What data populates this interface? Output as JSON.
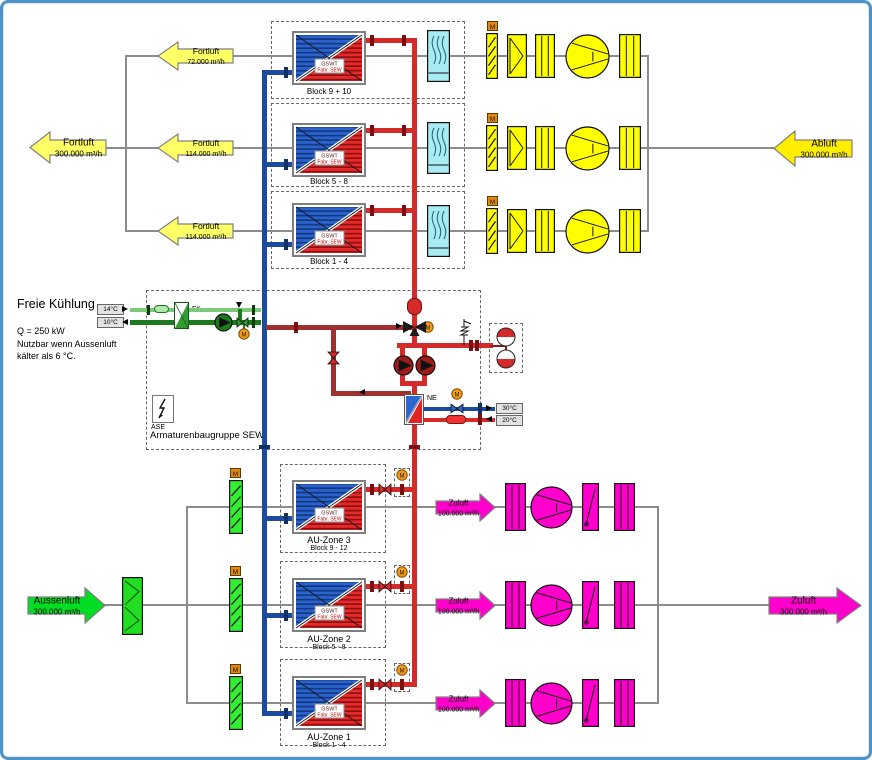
{
  "actuator_label": "M",
  "exchanger": {
    "line1": "GSWT",
    "line2": "Fabr. SEW"
  },
  "top_blocks": [
    {
      "caption": "Block 9 + 10"
    },
    {
      "caption": "Block 5 - 8"
    },
    {
      "caption": "Block 1 - 4"
    }
  ],
  "bottom_blocks": [
    {
      "zone": "AU-Zone 3",
      "caption": "Block 9 - 12"
    },
    {
      "zone": "AU-Zone 2",
      "caption": "Block 5 - 8"
    },
    {
      "zone": "AU-Zone 1",
      "caption": "Block 1 - 4"
    }
  ],
  "arrows": {
    "fortluft_total": {
      "label": "Fortluft",
      "value": "300.000 m³/h"
    },
    "fortluft_rows": [
      {
        "label": "Fortluft",
        "value": "72.000 m³/h"
      },
      {
        "label": "Fortluft",
        "value": "114.000 m³/h"
      },
      {
        "label": "Fortluft",
        "value": "114.000 m³/h"
      }
    ],
    "abluft": {
      "label": "Abluft",
      "value": "300.000 m³/h"
    },
    "aussenluft": {
      "label": "Aussenluft",
      "value": "300.000 m³/h"
    },
    "zuluft_zones": [
      {
        "label": "Zuluft",
        "value": "100.000 m³/h"
      },
      {
        "label": "Zuluft",
        "value": "100.000 m³/h"
      },
      {
        "label": "Zuluft",
        "value": "100.000 m³/h"
      }
    ],
    "zuluft_total": {
      "label": "Zuluft",
      "value": "300.000 m³/h"
    }
  },
  "free_cooling": {
    "title": "Freie Kühlung",
    "line1": "Q = 250 kW",
    "line2": "Nutzbar wenn Aussenluft",
    "line3": "kälter als 6 °C.",
    "fk": "FK",
    "supply_temp": "14°C",
    "return_temp": "10°C"
  },
  "valve_group": {
    "label": "Armaturenbaugruppe SEW",
    "ase": "ASE",
    "ne": "NE",
    "ne_flow_temp": "30°C",
    "ne_return_temp": "20°C"
  },
  "colors": {
    "exhaust_air": "#FFEE00",
    "exhaust_arrow": "#FFFF66",
    "extract_components": "#FFFF00",
    "supply_air": "#FF00CC",
    "outdoor_air": "#00DD22",
    "hot_water": "#D42A2A",
    "hot_water_dark": "#A03030",
    "cold_water": "#1C4B9E",
    "cooling_supply": "#7CC97C",
    "cooling_return": "#1E7A1E"
  }
}
